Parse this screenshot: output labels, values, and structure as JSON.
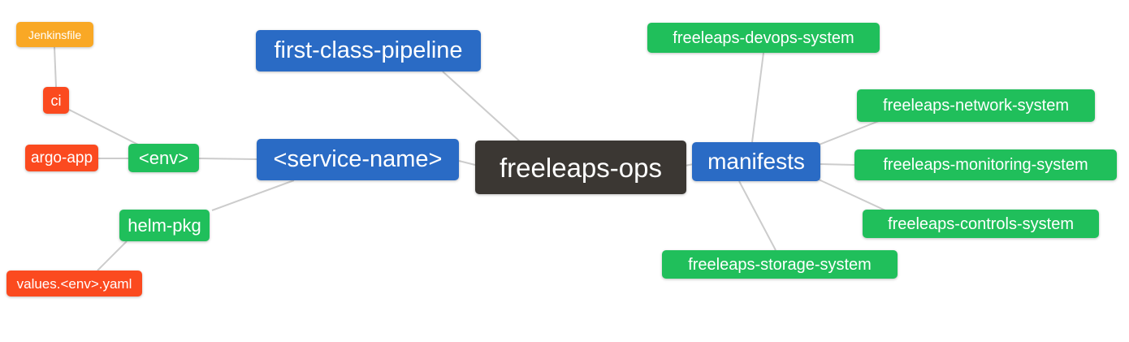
{
  "palette": {
    "node_blue": "#2a6bc5",
    "node_green": "#20bf5b",
    "node_red": "#fb4a1f",
    "node_orange": "#f9a825",
    "node_dark": "#3b3733",
    "edge_gray": "#cccccc",
    "background": "#ffffff",
    "node_text": "#ffffff"
  },
  "mindmap": {
    "nodes": [
      {
        "id": "jenkinsfile",
        "label": "Jenkinsfile",
        "color": "orange"
      },
      {
        "id": "ci",
        "label": "ci",
        "color": "red"
      },
      {
        "id": "argo-app",
        "label": "argo-app",
        "color": "red"
      },
      {
        "id": "env",
        "label": "<env>",
        "color": "green"
      },
      {
        "id": "helm-pkg",
        "label": "helm-pkg",
        "color": "green"
      },
      {
        "id": "values-env-yaml",
        "label": "values.<env>.yaml",
        "color": "red"
      },
      {
        "id": "first-class-pipeline",
        "label": "first-class-pipeline",
        "color": "blue"
      },
      {
        "id": "service-name",
        "label": "<service-name>",
        "color": "blue"
      },
      {
        "id": "freeleaps-ops",
        "label": "freeleaps-ops",
        "color": "dark"
      },
      {
        "id": "manifests",
        "label": "manifests",
        "color": "blue"
      },
      {
        "id": "freeleaps-devops-system",
        "label": "freeleaps-devops-system",
        "color": "green"
      },
      {
        "id": "freeleaps-network-system",
        "label": "freeleaps-network-system",
        "color": "green"
      },
      {
        "id": "freeleaps-monitoring-system",
        "label": "freeleaps-monitoring-system",
        "color": "green"
      },
      {
        "id": "freeleaps-controls-system",
        "label": "freeleaps-controls-system",
        "color": "green"
      },
      {
        "id": "freeleaps-storage-system",
        "label": "freeleaps-storage-system",
        "color": "green"
      }
    ],
    "edges": [
      {
        "from": "jenkinsfile",
        "to": "ci"
      },
      {
        "from": "ci",
        "to": "env"
      },
      {
        "from": "argo-app",
        "to": "env"
      },
      {
        "from": "env",
        "to": "service-name"
      },
      {
        "from": "helm-pkg",
        "to": "service-name"
      },
      {
        "from": "values-env-yaml",
        "to": "helm-pkg"
      },
      {
        "from": "first-class-pipeline",
        "to": "freeleaps-ops"
      },
      {
        "from": "service-name",
        "to": "freeleaps-ops"
      },
      {
        "from": "freeleaps-ops",
        "to": "manifests"
      },
      {
        "from": "manifests",
        "to": "freeleaps-devops-system"
      },
      {
        "from": "manifests",
        "to": "freeleaps-network-system"
      },
      {
        "from": "manifests",
        "to": "freeleaps-monitoring-system"
      },
      {
        "from": "manifests",
        "to": "freeleaps-controls-system"
      },
      {
        "from": "manifests",
        "to": "freeleaps-storage-system"
      }
    ]
  }
}
